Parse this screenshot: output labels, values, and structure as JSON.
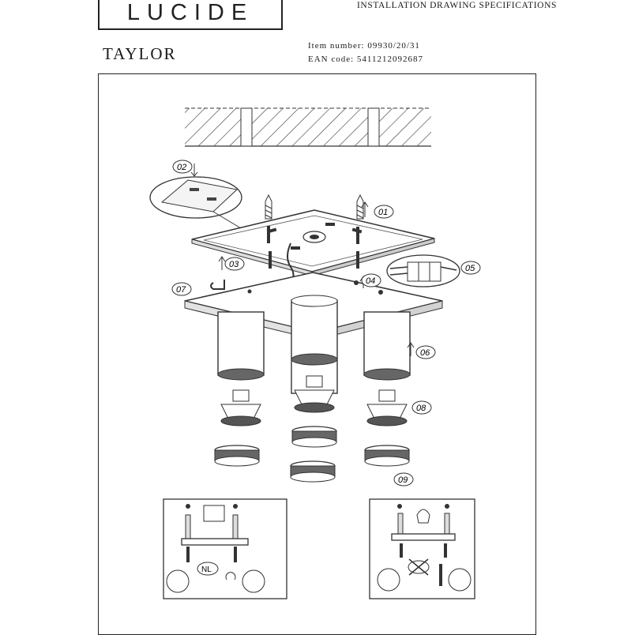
{
  "header": {
    "brand": "LUCIDE",
    "doc_title": "INSTALLATION DRAWING SPECIFICATIONS",
    "product_name": "TAYLOR",
    "item_number": "Item number: 09930/20/31",
    "ean_code": "EAN code: 5411212092687"
  },
  "callouts": [
    "01",
    "02",
    "03",
    "04",
    "05",
    "06",
    "07",
    "08",
    "09"
  ],
  "insets": {
    "nl_label": "NL"
  }
}
